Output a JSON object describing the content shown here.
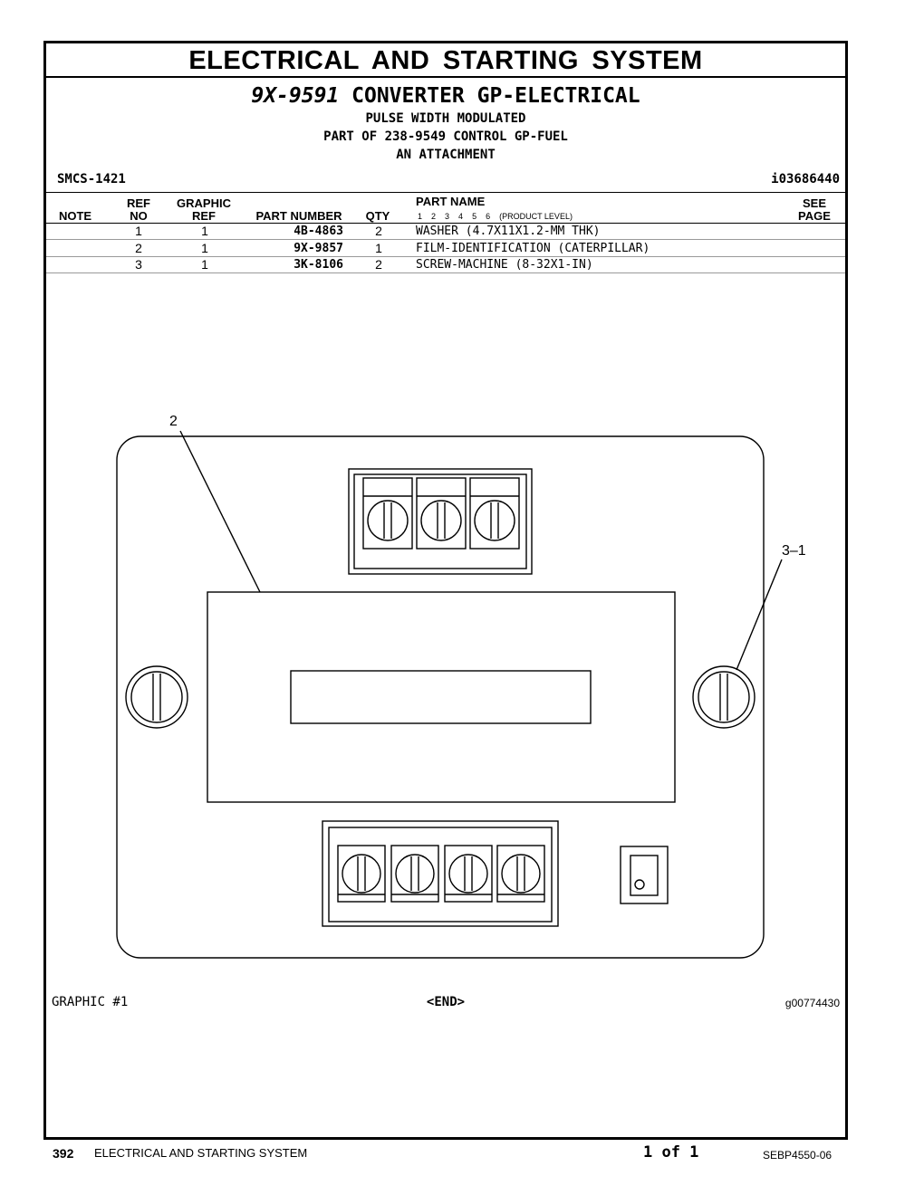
{
  "header": {
    "section_title": "ELECTRICAL AND STARTING SYSTEM",
    "part_group_number": "9X-9591",
    "part_group_name": "CONVERTER GP-ELECTRICAL",
    "subtitles": [
      "PULSE WIDTH MODULATED",
      "PART OF 238-9549 CONTROL GP-FUEL",
      "AN ATTACHMENT"
    ],
    "smcs": "SMCS-1421",
    "illustration_id": "i03686440"
  },
  "table": {
    "headers": {
      "note": "NOTE",
      "ref_top": "REF",
      "ref_bottom": "NO",
      "graphic_top": "GRAPHIC",
      "graphic_bottom": "REF",
      "part_number": "PART NUMBER",
      "qty": "QTY",
      "part_name": "PART NAME",
      "levels": [
        "1",
        "2",
        "3",
        "4",
        "5",
        "6"
      ],
      "levels_label": "(PRODUCT LEVEL)",
      "see_top": "SEE",
      "see_bottom": "PAGE"
    },
    "rows": [
      {
        "ref": "1",
        "graphic_ref": "1",
        "part_number": "4B-4863",
        "qty": "2",
        "part_name": "WASHER (4.7X11X1.2-MM THK)"
      },
      {
        "ref": "2",
        "graphic_ref": "1",
        "part_number": "9X-9857",
        "qty": "1",
        "part_name": "FILM-IDENTIFICATION (CATERPILLAR)"
      },
      {
        "ref": "3",
        "graphic_ref": "1",
        "part_number": "3K-8106",
        "qty": "2",
        "part_name": "SCREW-MACHINE (8-32X1-IN)"
      }
    ]
  },
  "graphic": {
    "callout_1": "2",
    "callout_2": "3–1",
    "label": "GRAPHIC #1",
    "end_marker": "<END>",
    "graphic_id": "g00774430"
  },
  "footer": {
    "page_number": "392",
    "section": "ELECTRICAL AND STARTING SYSTEM",
    "pages": "1 of 1",
    "document_id": "SEBP4550-06"
  }
}
